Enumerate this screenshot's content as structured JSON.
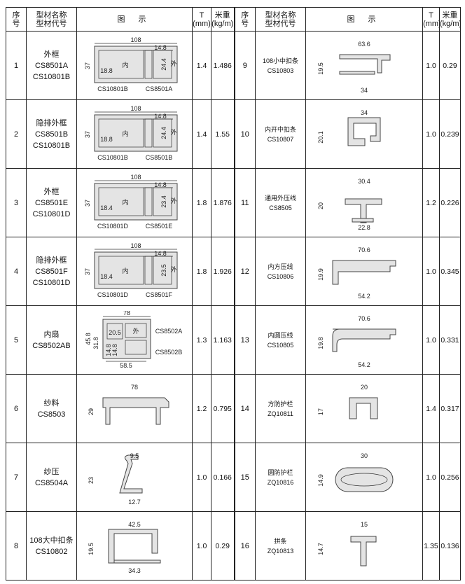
{
  "headers": {
    "seq": [
      "序",
      "号"
    ],
    "name": [
      "型材名称",
      "型材代号"
    ],
    "figure": "图 示",
    "t": [
      "T",
      "(mm)"
    ],
    "weight": [
      "米重",
      "(kg/m)"
    ]
  },
  "left": [
    {
      "no": "1",
      "name": "外框",
      "codes": [
        "CS8501A",
        "CS10801B"
      ],
      "t": "1.4",
      "w": "1.486",
      "dims": {
        "top": "108",
        "mid": "14.8",
        "a": "18.8",
        "b": "24.4",
        "side": "37",
        "inner": "内",
        "outer": "外",
        "c1": "CS10801B",
        "c2": "CS8501A"
      }
    },
    {
      "no": "2",
      "name": "隐排外框",
      "codes": [
        "CS8501B",
        "CS10801B"
      ],
      "t": "1.4",
      "w": "1.55",
      "dims": {
        "top": "108",
        "mid": "14.8",
        "a": "18.8",
        "b": "24.4",
        "side": "37",
        "inner": "内",
        "outer": "外",
        "c1": "CS10801B",
        "c2": "CS8501B"
      }
    },
    {
      "no": "3",
      "name": "外框",
      "codes": [
        "CS8501E",
        "CS10801D"
      ],
      "t": "1.8",
      "w": "1.876",
      "dims": {
        "top": "108",
        "mid": "14.8",
        "a": "18.4",
        "b": "23.4",
        "side": "37",
        "inner": "内",
        "outer": "外",
        "c1": "CS10801D",
        "c2": "CS8501E"
      }
    },
    {
      "no": "4",
      "name": "隐排外框",
      "codes": [
        "CS8501F",
        "CS10801D"
      ],
      "t": "1.8",
      "w": "1.926",
      "dims": {
        "top": "108",
        "mid": "14.8",
        "a": "18.4",
        "b": "23.5",
        "side": "37",
        "inner": "内",
        "outer": "外",
        "c1": "CS10801D",
        "c2": "CS8501F"
      }
    },
    {
      "no": "5",
      "name": "内扇",
      "codes": [
        "CS8502AB"
      ],
      "t": "1.3",
      "w": "1.163",
      "dims": {
        "top": "78",
        "h1": "45.8",
        "h2": "31.8",
        "a": "20.5",
        "b": "14.8",
        "c": "14.8",
        "bottom": "58.5",
        "outer": "外",
        "c1": "CS8502A",
        "c2": "CS8502B"
      }
    },
    {
      "no": "6",
      "name": "纱料",
      "codes": [
        "CS8503"
      ],
      "t": "1.2",
      "w": "0.795",
      "dims": {
        "top": "78",
        "side": "29"
      }
    },
    {
      "no": "7",
      "name": "纱压",
      "codes": [
        "CS8504A"
      ],
      "t": "1.0",
      "w": "0.166",
      "dims": {
        "top": "9.5",
        "side": "23",
        "bottom": "12.7"
      }
    },
    {
      "no": "8",
      "name": "108大中扣条",
      "codes": [
        "CS10802"
      ],
      "t": "1.0",
      "w": "0.29",
      "dims": {
        "top": "42.5",
        "side": "19.5",
        "bottom": "34.3"
      }
    }
  ],
  "right": [
    {
      "no": "9",
      "name": "108小中扣条",
      "codes": [
        "CS10803"
      ],
      "t": "1.0",
      "w": "0.29",
      "dims": {
        "top": "63.6",
        "side": "19.5",
        "bottom": "34"
      }
    },
    {
      "no": "10",
      "name": "内开中扣条",
      "codes": [
        "CS10807"
      ],
      "t": "1.0",
      "w": "0.239",
      "dims": {
        "top": "34",
        "side": "20.1"
      }
    },
    {
      "no": "11",
      "name": "通用外压线",
      "codes": [
        "CS8505"
      ],
      "t": "1.2",
      "w": "0.226",
      "dims": {
        "top": "30.4",
        "side": "20",
        "bottom": "22.8"
      }
    },
    {
      "no": "12",
      "name": "内方压线",
      "codes": [
        "CS10806"
      ],
      "t": "1.0",
      "w": "0.345",
      "dims": {
        "top": "70.6",
        "side": "19.9",
        "bottom": "54.2"
      }
    },
    {
      "no": "13",
      "name": "内圆压线",
      "codes": [
        "CS10805"
      ],
      "t": "1.0",
      "w": "0.331",
      "dims": {
        "top": "70.6",
        "side": "19.8",
        "bottom": "54.2"
      }
    },
    {
      "no": "14",
      "name": "方防护栏",
      "codes": [
        "ZQ10811"
      ],
      "t": "1.4",
      "w": "0.317",
      "dims": {
        "top": "20",
        "side": "17"
      }
    },
    {
      "no": "15",
      "name": "圆防护栏",
      "codes": [
        "ZQ10816"
      ],
      "t": "1.0",
      "w": "0.256",
      "dims": {
        "top": "30",
        "side": "14.9"
      }
    },
    {
      "no": "16",
      "name": "拼条",
      "codes": [
        "ZQ10813"
      ],
      "t": "1.35",
      "w": "0.136",
      "dims": {
        "top": "15",
        "side": "14.7"
      }
    }
  ]
}
